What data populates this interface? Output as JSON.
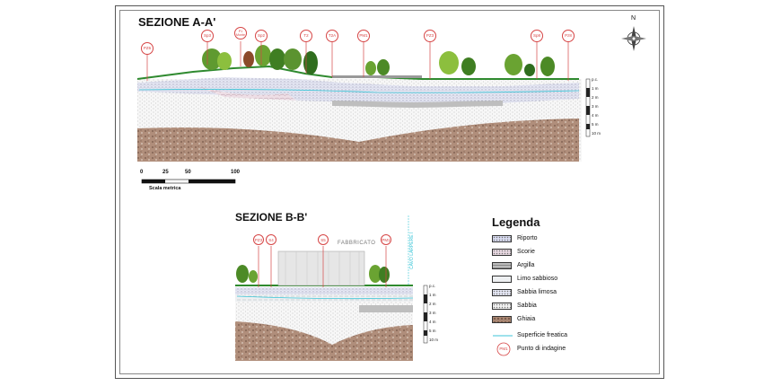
{
  "section_a": {
    "title": "SEZIONE A-A'",
    "points": [
      "PZ6",
      "Sp3",
      "P1 Monte",
      "Sp2",
      "T2",
      "T2A",
      "PM1",
      "PZ3",
      "Sp8",
      "Pz8"
    ],
    "depth_labels": [
      "p.c.",
      "1 m",
      "2 m",
      "3 m",
      "4 m",
      "5 m",
      "10 m"
    ]
  },
  "section_b": {
    "title": "SEZIONE B-B'",
    "points": [
      "PZ3",
      "S4",
      "S5",
      "PM1"
    ],
    "building_label": "FABBRICATO",
    "vertical_label": "CAVO LARPERE I",
    "depth_labels": [
      "p.c.",
      "1 m",
      "2 m",
      "3 m",
      "4 m",
      "5 m",
      "10 m"
    ]
  },
  "scale": {
    "ticks": [
      "0",
      "25",
      "50",
      "100"
    ],
    "caption": "Scala metrica"
  },
  "legend": {
    "title": "Legenda",
    "items": [
      {
        "label": "Riporto",
        "color": "#d9dcf2"
      },
      {
        "label": "Scorie",
        "color": "#e9d9e2"
      },
      {
        "label": "Argilla",
        "color": "#bcbcbc"
      },
      {
        "label": "Limo sabbioso",
        "color": "#eef0f2"
      },
      {
        "label": "Sabbia limosa",
        "color": "#e4e6f4"
      },
      {
        "label": "Sabbia",
        "color": "#f4f4f4"
      },
      {
        "label": "Ghiaia",
        "color": "#a88672"
      }
    ],
    "water_label": "Superficie freatica",
    "point_label": "Punto di indagine",
    "point_symbol": "PM1"
  },
  "compass": {
    "north": "N"
  }
}
